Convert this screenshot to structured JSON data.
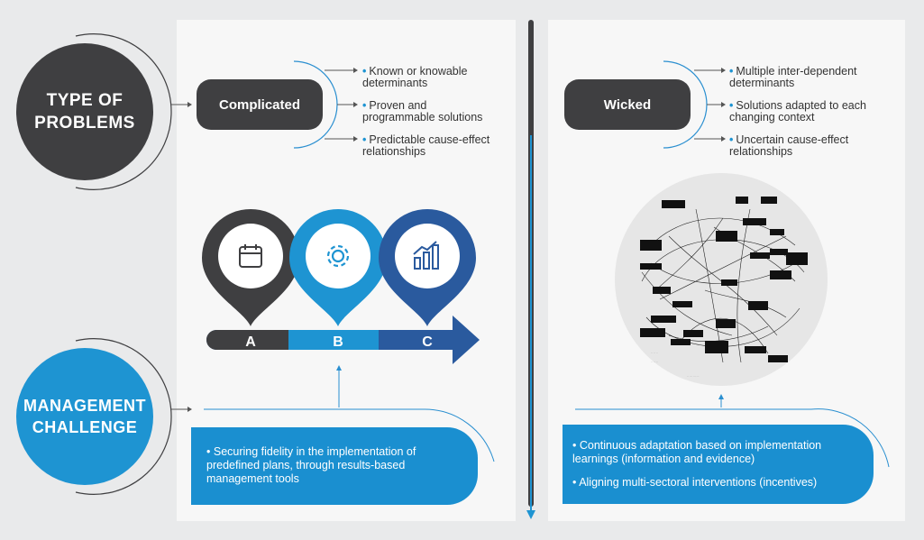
{
  "left_heading": {
    "line1": "TYPE OF",
    "line2": "PROBLEMS"
  },
  "bottom_heading": {
    "line1": "MANAGEMENT",
    "line2": "CHALLENGE"
  },
  "complicated": {
    "label": "Complicated",
    "bullets": [
      {
        "line1": "Known or knowable",
        "line2": "determinants"
      },
      {
        "line1": "Proven and",
        "line2": "programmable solutions"
      },
      {
        "line1": "Predictable cause-effect",
        "line2": "relationships"
      }
    ],
    "steps": [
      "A",
      "B",
      "C"
    ],
    "step_icons": [
      "calendar-icon",
      "gear-icon",
      "bar-chart-icon"
    ],
    "challenge": "Securing fidelity in the implementation of predefined plans, through results-based management tools"
  },
  "wicked": {
    "label": "Wicked",
    "bullets": [
      {
        "line1": "Multiple inter-dependent",
        "line2": "determinants"
      },
      {
        "line1": "Solutions adapted to each",
        "line2": "changing context"
      },
      {
        "line1": "Uncertain cause-effect",
        "line2": "relationships"
      }
    ],
    "challenge1": "Continuous adaptation based on implementation learnings (information and evidence)",
    "challenge2": "Aligning multi-sectoral interventions (incentives)"
  },
  "bullet_char": "•",
  "colors": {
    "dark": "#3f3f41",
    "blue": "#1e94d2",
    "navy": "#2a5a9e",
    "line": "#2f6fb0"
  }
}
